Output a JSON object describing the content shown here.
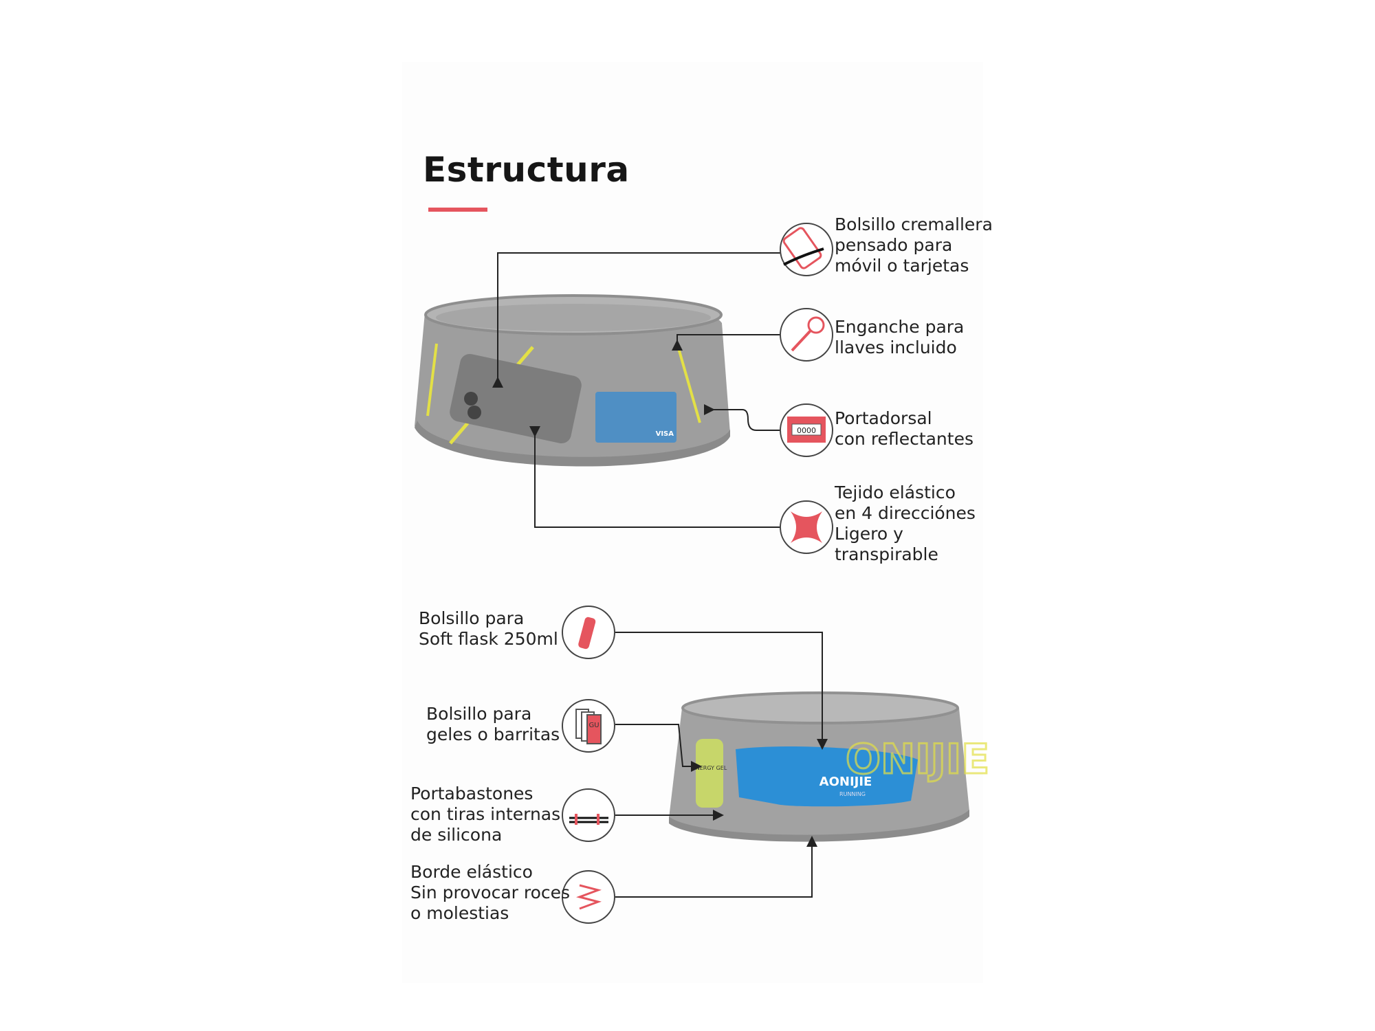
{
  "title": "Estructura",
  "accent_color": "#e5555e",
  "top_features": [
    {
      "icon": "phone-zipper-icon",
      "lines": [
        "Bolsillo cremallera",
        "pensado para",
        "móvil o tarjetas"
      ]
    },
    {
      "icon": "key-icon",
      "lines": [
        "Enganche para",
        "llaves incluido"
      ]
    },
    {
      "icon": "race-bib-icon",
      "icon_text": "0000",
      "lines": [
        "Portadorsal",
        "con reflectantes"
      ]
    },
    {
      "icon": "four-way-stretch-icon",
      "lines": [
        "Tejido elástico",
        "en 4 direcciónes",
        "Ligero y",
        "transpirable"
      ]
    }
  ],
  "bottom_features": [
    {
      "icon": "soft-flask-icon",
      "lines": [
        "Bolsillo para",
        "Soft flask 250ml"
      ]
    },
    {
      "icon": "gel-packets-icon",
      "icon_text": "GU",
      "lines": [
        "Bolsillo para",
        "geles o barritas"
      ]
    },
    {
      "icon": "pole-holder-icon",
      "lines": [
        "Portabastones",
        "con tiras internas",
        "de silicona"
      ]
    },
    {
      "icon": "elastic-edge-icon",
      "lines": [
        "Borde elástico",
        "Sin provocar roces",
        "o molestias"
      ]
    }
  ],
  "product": {
    "card_brand": "VISA",
    "flask_brand": "AONIJIE",
    "flask_sub": "RUNNING",
    "gel_label": "ENERGY GEL"
  }
}
